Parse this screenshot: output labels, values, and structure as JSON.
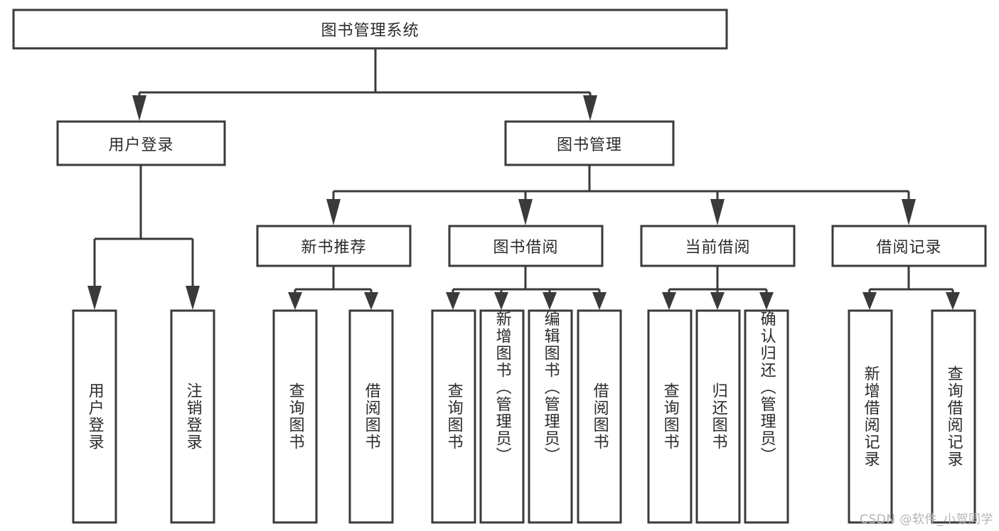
{
  "diagram": {
    "type": "hierarchy-tree",
    "title": "图书管理系统",
    "orientation": "top-down",
    "levels": 4,
    "colors": {
      "stroke": "#3a3a3a",
      "fill": "#ffffff",
      "text": "#2b2b2b",
      "watermark": "#b4b4b4"
    }
  },
  "root": {
    "label": "图书管理系统"
  },
  "level2": [
    {
      "label": "用户登录"
    },
    {
      "label": "图书管理"
    }
  ],
  "level3": [
    {
      "label": "新书推荐"
    },
    {
      "label": "图书借阅"
    },
    {
      "label": "当前借阅"
    },
    {
      "label": "借阅记录"
    }
  ],
  "leaves": {
    "user_login": [
      {
        "label": "用户登录"
      },
      {
        "label": "注销登录"
      }
    ],
    "new_book_recommend": [
      {
        "label": "查询图书"
      },
      {
        "label": "借阅图书"
      }
    ],
    "book_borrow": [
      {
        "label": "查询图书"
      },
      {
        "label": "新增图书（管理员）"
      },
      {
        "label": "编辑图书（管理员）"
      },
      {
        "label": "借阅图书"
      }
    ],
    "current_borrow": [
      {
        "label": "查询图书"
      },
      {
        "label": "归还图书"
      },
      {
        "label": "确认归还（管理员）"
      }
    ],
    "borrow_records": [
      {
        "label": "新增借阅记录"
      },
      {
        "label": "查询借阅记录"
      }
    ]
  },
  "watermark": {
    "text": "CSDN @软件_小贺同学"
  }
}
